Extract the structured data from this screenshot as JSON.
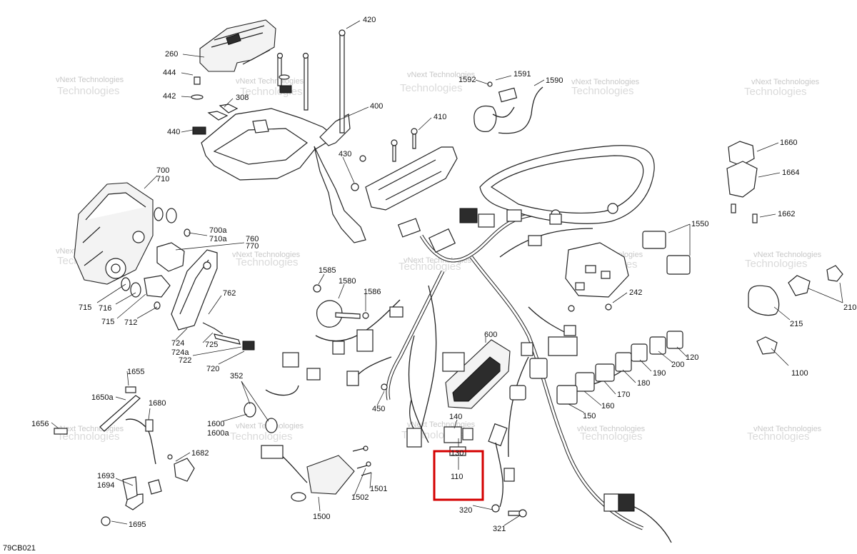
{
  "diagram": {
    "code": "79CB021",
    "highlight_color": "#d40000",
    "highlighted_part": "110",
    "watermark": {
      "line1": "vNext Technologies",
      "line2": "Technologies"
    },
    "labels": {
      "p420": "420",
      "p260": "260",
      "p444": "444",
      "p442": "442",
      "p308": "308",
      "p440": "440",
      "p400": "400",
      "p410": "410",
      "p430": "430",
      "p1592": "1592",
      "p1591": "1591",
      "p1590": "1590",
      "p1660": "1660",
      "p1664": "1664",
      "p1662": "1662",
      "p1550": "1550",
      "p242": "242",
      "p210": "210",
      "p215": "215",
      "p1100": "1100",
      "p700": "700",
      "p710": "710",
      "p700a": "700a",
      "p710a": "710a",
      "p760": "760",
      "p770": "770",
      "p715a": "715",
      "p716": "716",
      "p715b": "715",
      "p712": "712",
      "p762": "762",
      "p724": "724",
      "p724a": "724a",
      "p725": "725",
      "p722": "722",
      "p720": "720",
      "p1585": "1585",
      "p1580": "1580",
      "p1586": "1586",
      "p600": "600",
      "p450": "450",
      "p140": "140",
      "p130": "130",
      "p110": "110",
      "p320": "320",
      "p321": "321",
      "p120": "120",
      "p200": "200",
      "p190": "190",
      "p180": "180",
      "p170": "170",
      "p160": "160",
      "p150": "150",
      "p352": "352",
      "p1600": "1600",
      "p1600a": "1600a",
      "p1655": "1655",
      "p1650a": "1650a",
      "p1680": "1680",
      "p1656": "1656",
      "p1682": "1682",
      "p1693": "1693",
      "p1694": "1694",
      "p1695": "1695",
      "p1500": "1500",
      "p1502": "1502",
      "p1501": "1501"
    }
  }
}
